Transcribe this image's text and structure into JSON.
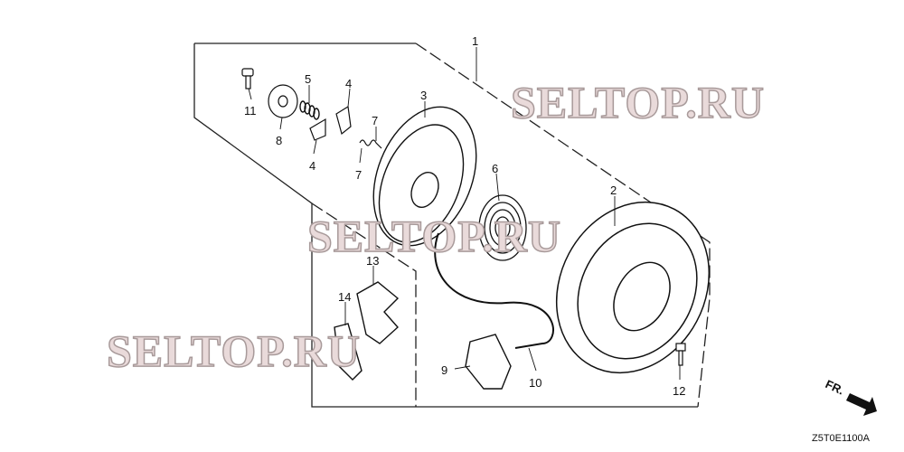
{
  "diagram": {
    "part_labels": [
      "1",
      "2",
      "3",
      "4",
      "4",
      "5",
      "6",
      "7",
      "7",
      "8",
      "9",
      "10",
      "11",
      "12",
      "13",
      "14"
    ],
    "watermark": "SELTOP.RU",
    "direction_label": "FR.",
    "drawing_code": "Z5T0E1100A"
  }
}
